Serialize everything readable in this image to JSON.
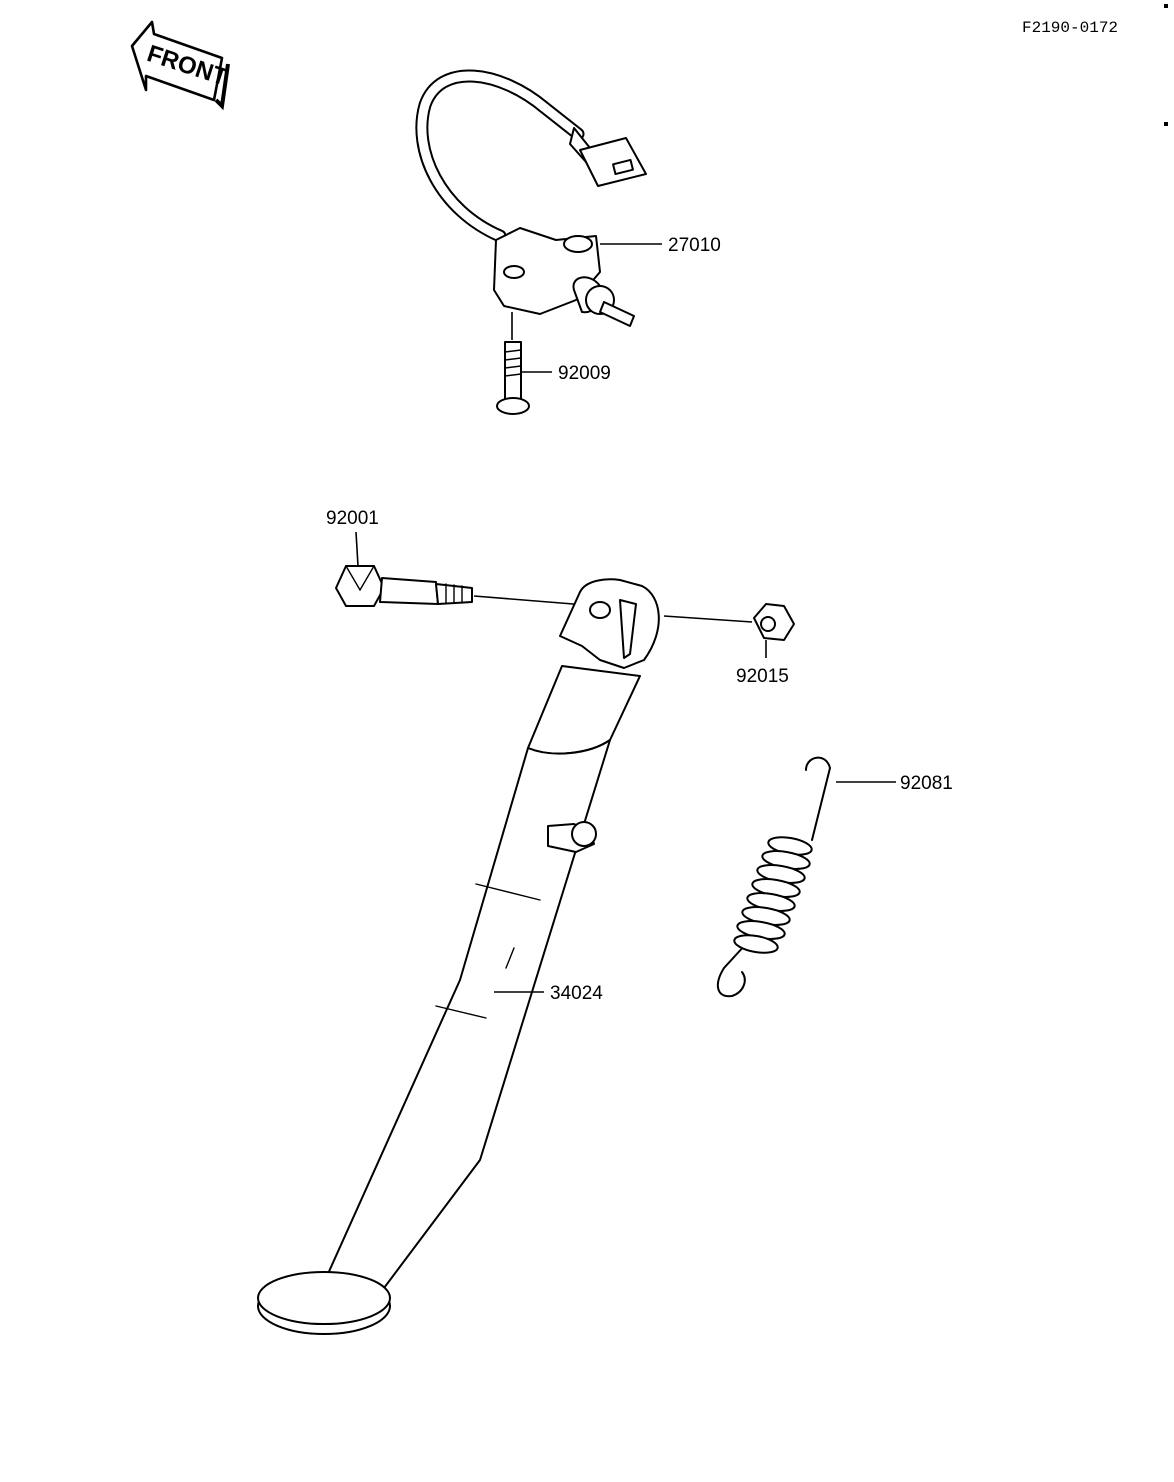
{
  "diagram": {
    "code": "F2190-0172",
    "front_label": "FRONT",
    "parts": {
      "switch": "27010",
      "screw": "92009",
      "bolt": "92001",
      "nut": "92015",
      "spring": "92081",
      "stand": "34024"
    }
  }
}
